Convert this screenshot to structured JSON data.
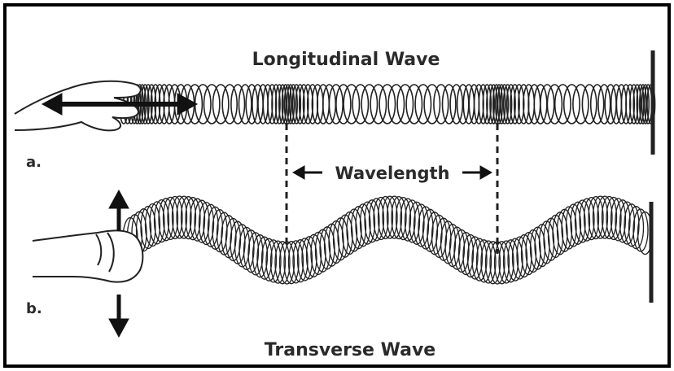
{
  "diagram": {
    "top_title": "Longitudinal Wave",
    "bottom_title": "Transverse Wave",
    "panel_a_label": "a.",
    "panel_b_label": "b.",
    "wavelength_label": "Wavelength",
    "colors": {
      "line": "#222222",
      "frame": "#000000",
      "background": "#ffffff"
    },
    "icons": [
      "hand-icon",
      "double-arrow-icon",
      "up-arrow-icon",
      "down-arrow-icon"
    ]
  }
}
